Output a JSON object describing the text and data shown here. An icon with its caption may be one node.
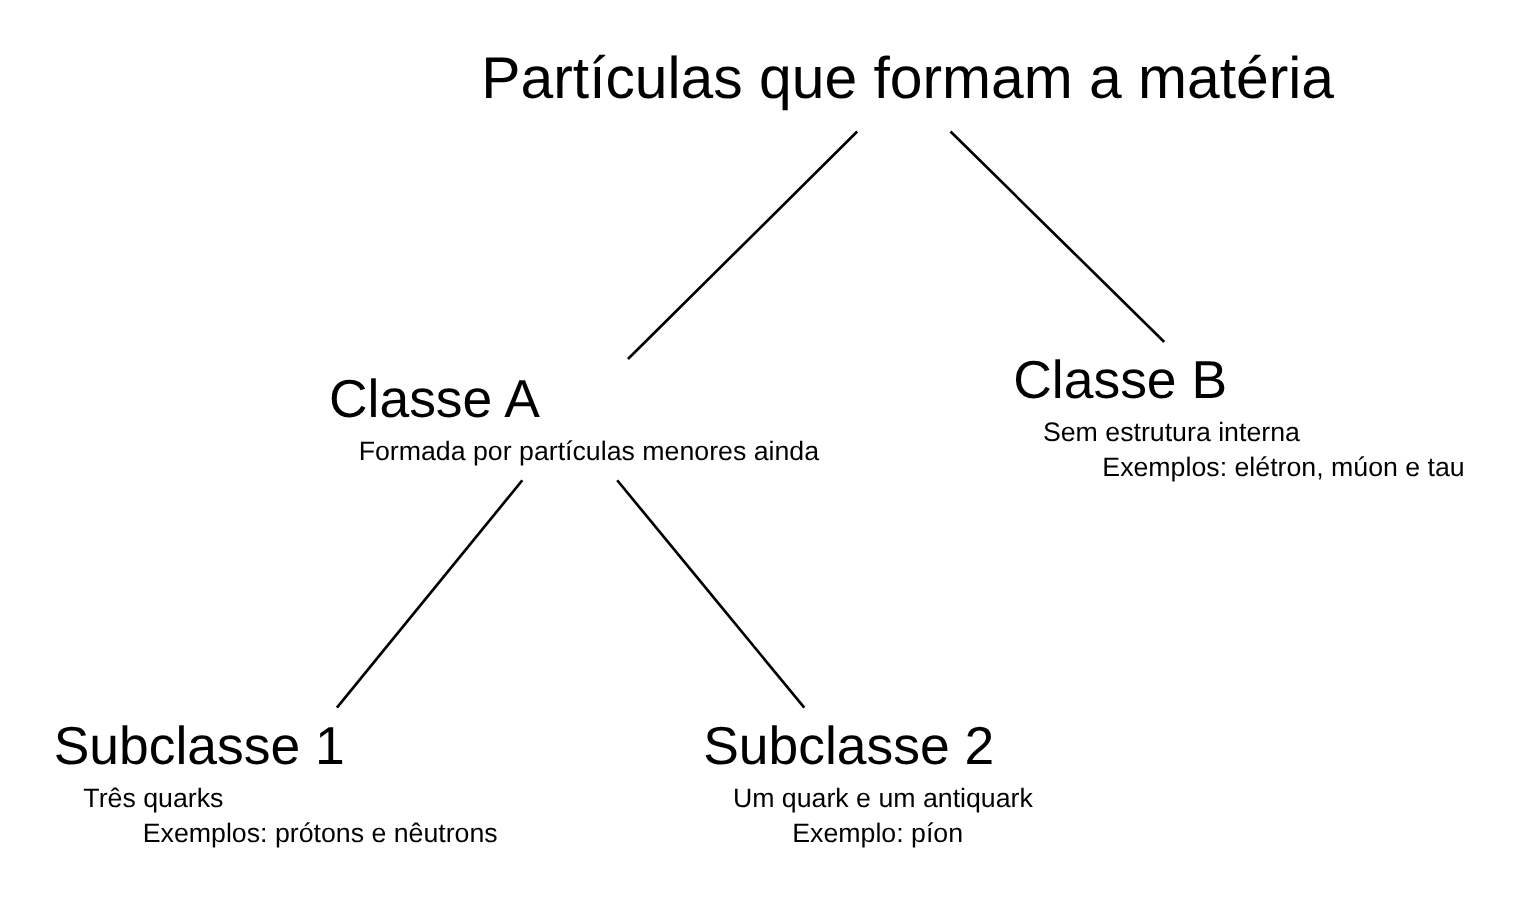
{
  "diagram": {
    "nodes": [
      {
        "text": [
          "Partículas que formam a matéria"
        ]
      },
      {
        "text": [
          "Classe A"
        ],
        "beside": [
          "Formada por partículas menores ainda"
        ]
      },
      {
        "text": [
          "Classe B"
        ],
        "beside": [
          "Sem estrutura interna",
          "Exemplos: elétron, múon e tau"
        ]
      },
      {
        "text": [
          "Subclasse 1"
        ],
        "beside": [
          "Três quarks",
          "Exemplos: prótons e nêutrons"
        ]
      },
      {
        "text": [
          "Subclasse 2"
        ],
        "beside": [
          "Um quark e um antiquark",
          "Exemplo: píon"
        ]
      }
    ],
    "edges": [
      {
        "from": 0,
        "to": 1,
        "arrow": "none"
      },
      {
        "from": 0,
        "to": 2,
        "arrow": "none"
      },
      {
        "from": 1,
        "to": 3,
        "arrow": "none"
      },
      {
        "from": 1,
        "to": 4,
        "arrow": "none"
      }
    ]
  }
}
